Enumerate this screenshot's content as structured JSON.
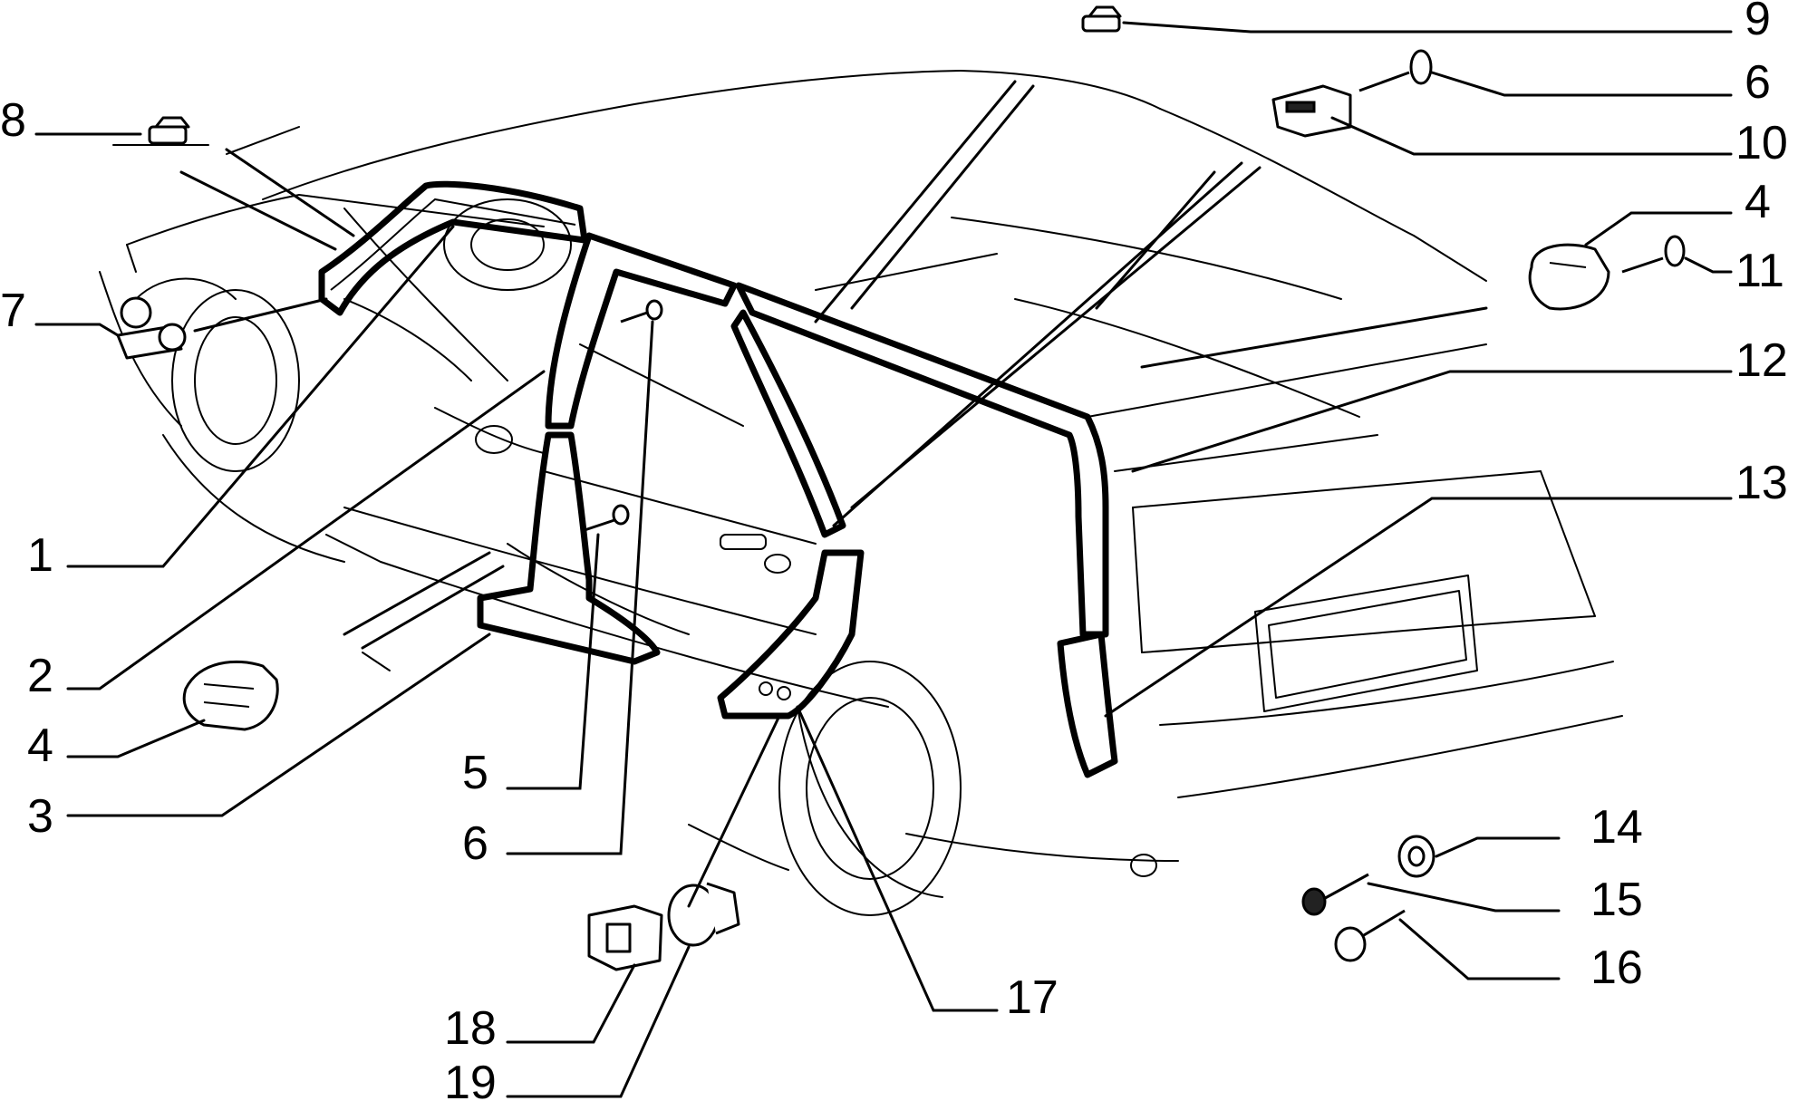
{
  "callouts": [
    {
      "id": "c8",
      "label": "8"
    },
    {
      "id": "c7",
      "label": "7"
    },
    {
      "id": "c1",
      "label": "1"
    },
    {
      "id": "c2",
      "label": "2"
    },
    {
      "id": "c4l",
      "label": "4"
    },
    {
      "id": "c3",
      "label": "3"
    },
    {
      "id": "c5",
      "label": "5"
    },
    {
      "id": "c6l",
      "label": "6"
    },
    {
      "id": "c9",
      "label": "9"
    },
    {
      "id": "c6r",
      "label": "6"
    },
    {
      "id": "c10",
      "label": "10"
    },
    {
      "id": "c4r",
      "label": "4"
    },
    {
      "id": "c11",
      "label": "11"
    },
    {
      "id": "c12",
      "label": "12"
    },
    {
      "id": "c13",
      "label": "13"
    },
    {
      "id": "c14",
      "label": "14"
    },
    {
      "id": "c15",
      "label": "15"
    },
    {
      "id": "c16",
      "label": "16"
    },
    {
      "id": "c17",
      "label": "17"
    },
    {
      "id": "c18",
      "label": "18"
    },
    {
      "id": "c19",
      "label": "19"
    }
  ],
  "colors": {
    "line": "#000000",
    "background": "#ffffff"
  }
}
